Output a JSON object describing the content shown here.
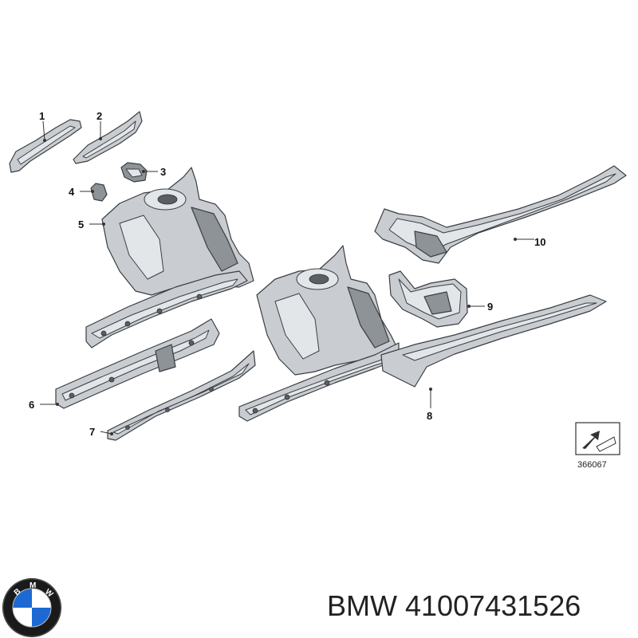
{
  "callouts": {
    "c1": "1",
    "c2": "2",
    "c3": "3",
    "c4": "4",
    "c5": "5",
    "c6": "6",
    "c7": "7",
    "c8": "8",
    "c9": "9",
    "c10": "10"
  },
  "reference_code": "366067",
  "footer": {
    "brand": "BMW",
    "part_number": "41007431526"
  },
  "logo": {
    "lettering": "BMW",
    "colors": {
      "ring": "#1a1a1a",
      "blue": "#1c69d3",
      "white": "#ffffff"
    }
  },
  "icons": [
    "bmw-logo-icon",
    "reference-arrow-icon"
  ]
}
